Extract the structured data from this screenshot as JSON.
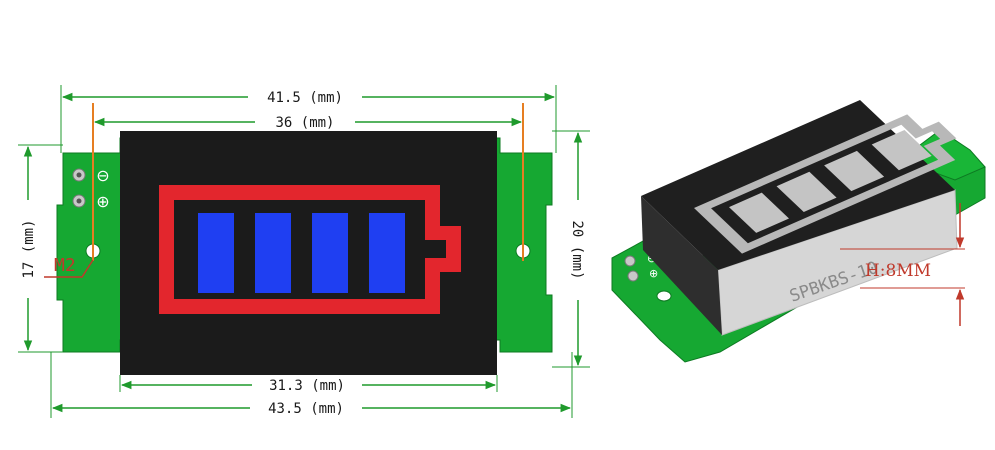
{
  "front_view": {
    "dimensions": {
      "overall_top": "41.5 (mm)",
      "display_top": "36 (mm)",
      "display_bottom": "31.3 (mm)",
      "overall_bottom": "43.5 (mm)",
      "left_height": "17 (mm)",
      "right_height": "20 (mm)"
    },
    "mount_label": "M2",
    "pin_labels": {
      "negative": "⊖",
      "positive": "⊕"
    },
    "battery": {
      "segments_lit": 4,
      "segments_total": 4,
      "outline_color": "#e3262d",
      "segment_color": "#1f3ff2"
    }
  },
  "side_view": {
    "model_text": "SPBKBS-10",
    "height_label": "H:8MM",
    "pin_labels": {
      "negative": "⊖",
      "positive": "⊕"
    }
  },
  "colors": {
    "pcb": "#16a832",
    "display": "#1b1b1b",
    "dimension_line": "#1f9a2c",
    "annotation": "#c0392b"
  }
}
